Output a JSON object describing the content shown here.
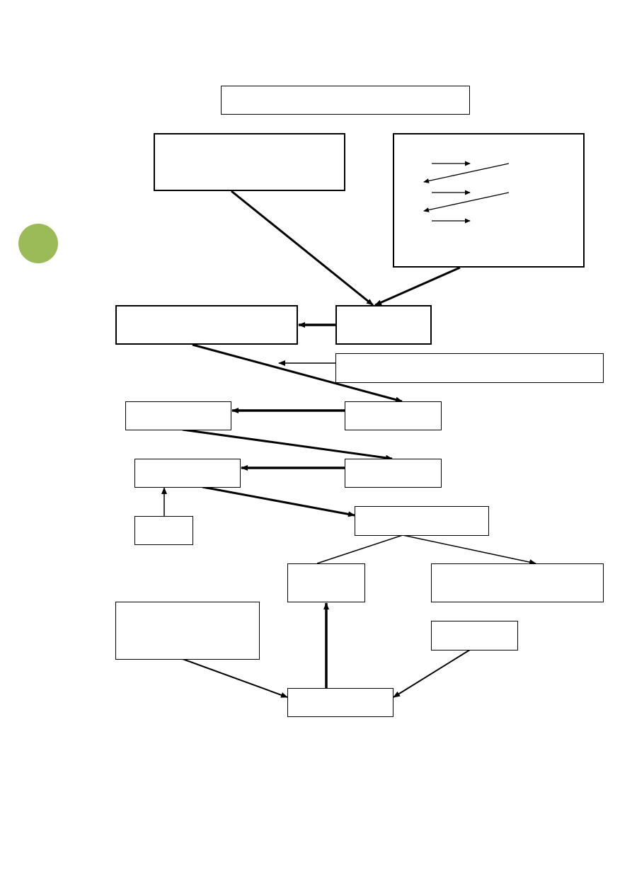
{
  "diagram": {
    "colors": {
      "border": "#000000",
      "background": "#ffffff",
      "page_marker": "#9bbb59"
    },
    "boxes": [
      {
        "id": "top-title",
        "text": ""
      },
      {
        "id": "left-upper",
        "text": ""
      },
      {
        "id": "right-upper",
        "text": ""
      },
      {
        "id": "center-1",
        "text": ""
      },
      {
        "id": "left-1",
        "text": ""
      },
      {
        "id": "wide-right",
        "text": ""
      },
      {
        "id": "center-2",
        "text": ""
      },
      {
        "id": "left-2",
        "text": ""
      },
      {
        "id": "center-3",
        "text": ""
      },
      {
        "id": "left-3",
        "text": ""
      },
      {
        "id": "small-bottom-left",
        "text": ""
      },
      {
        "id": "center-4",
        "text": ""
      },
      {
        "id": "branch-left",
        "text": ""
      },
      {
        "id": "branch-right",
        "text": ""
      },
      {
        "id": "lower-left",
        "text": ""
      },
      {
        "id": "lower-right-small",
        "text": ""
      },
      {
        "id": "bottom-center",
        "text": ""
      }
    ],
    "connectors": [
      {
        "from": "left-upper",
        "to": "center-1"
      },
      {
        "from": "right-upper",
        "to": "center-1"
      },
      {
        "from": "center-1",
        "to": "left-1"
      },
      {
        "from": "wide-right",
        "to": "line-left1-center2"
      },
      {
        "from": "left-1",
        "to": "center-2"
      },
      {
        "from": "center-2",
        "to": "left-2"
      },
      {
        "from": "left-2",
        "to": "center-3"
      },
      {
        "from": "center-3",
        "to": "left-3"
      },
      {
        "from": "small-bottom-left",
        "to": "left-3"
      },
      {
        "from": "left-3",
        "to": "center-4"
      },
      {
        "from": "center-4",
        "to": "branch-left"
      },
      {
        "from": "center-4",
        "to": "branch-right"
      },
      {
        "from": "lower-left",
        "to": "bottom-center"
      },
      {
        "from": "lower-right-small",
        "to": "bottom-center"
      },
      {
        "from": "bottom-center",
        "to": "branch-left"
      }
    ]
  }
}
